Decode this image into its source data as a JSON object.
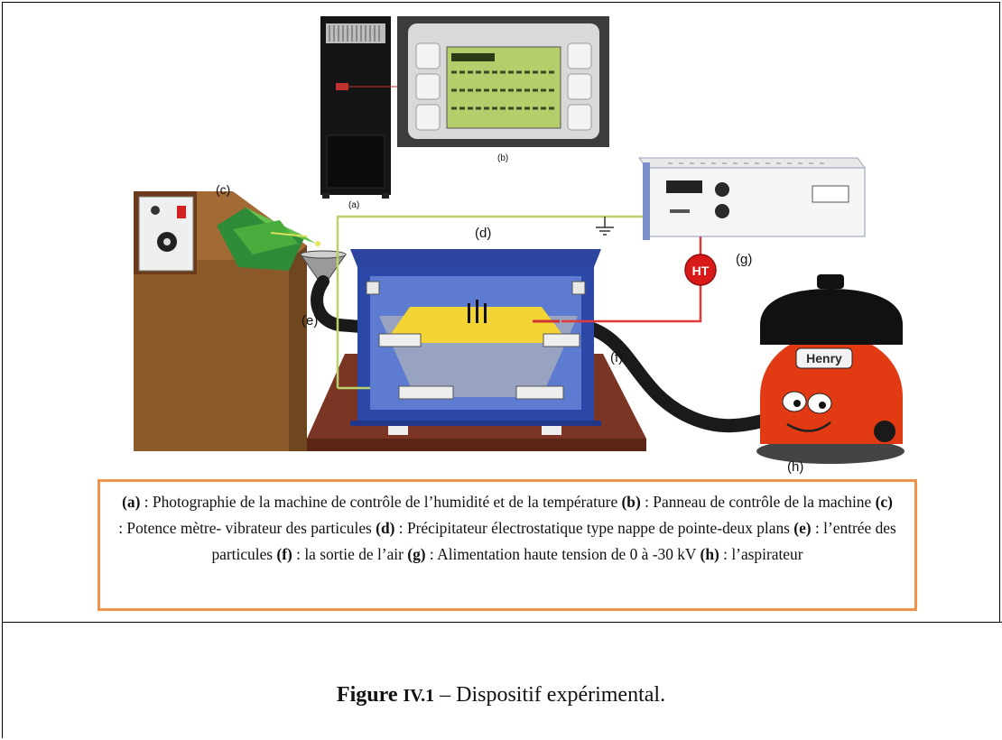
{
  "labels": {
    "a": "(a)",
    "b": "(b)",
    "c": "(c)",
    "d": "(d)",
    "e": "(e)",
    "f": "(f)",
    "g": "(g)",
    "h": "(h)",
    "ht": "HT",
    "henry": "Henry"
  },
  "lcd_rows": [
    "",
    "",
    "",
    ""
  ],
  "colors": {
    "caption_border": "#f0934a",
    "precipitator_frame": "#2b47a8",
    "plate": "#f2d534",
    "table_wood": "#7a3524",
    "bench": "#8a5a2a",
    "ground_wire": "#b8d36b",
    "ht_wire": "#e03838",
    "ht_badge": "#d91a1a",
    "vibrator": "#3aa342",
    "vacuum_body": "#e23a12"
  },
  "caption": {
    "parts": [
      {
        "key": "(a)",
        "text": " : Photographie de la machine de contrôle de l’humidité et de la température "
      },
      {
        "key": "(b)",
        "text": " : Panneau de contrôle de la machine "
      },
      {
        "key": "(c)",
        "text": " : Potence mètre- vibrateur des particules "
      },
      {
        "key": "(d)",
        "text": " : Précipitateur électrostatique type nappe de pointe-deux plans "
      },
      {
        "key": "(e)",
        "text": " : l’entrée des particules "
      },
      {
        "key": "(f)",
        "text": " : la sortie de l’air "
      },
      {
        "key": "(g)",
        "text": " : Alimentation haute tension de 0 à -30 kV "
      },
      {
        "key": "(h)",
        "text": " : l’aspirateur"
      }
    ]
  },
  "figure": {
    "bold": "Figure",
    "number": "IV.1",
    "dash": " – ",
    "title": "Dispositif expérimental."
  }
}
